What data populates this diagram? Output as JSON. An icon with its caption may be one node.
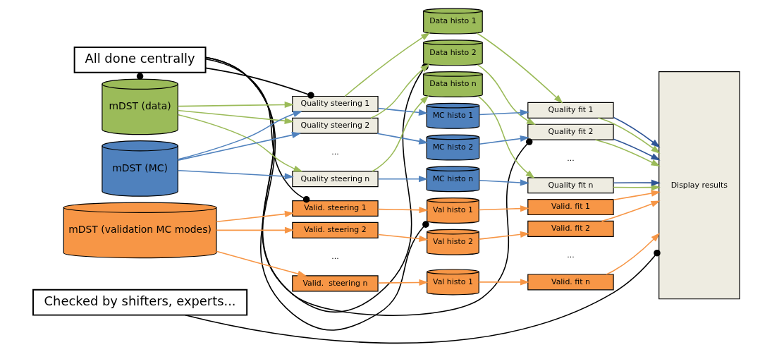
{
  "diagram": {
    "nodes": [
      {
        "text": [
          "All done centrally"
        ]
      },
      {
        "text": [
          "mDST (data)"
        ]
      },
      {
        "text": [
          "mDST (MC)"
        ]
      },
      {
        "text": [
          "mDST (validation MC modes)"
        ]
      },
      {
        "text": [
          "Quality steering 1"
        ]
      },
      {
        "text": [
          "Quality steering 2"
        ]
      },
      {
        "text": [
          "Quality steering n"
        ]
      },
      {
        "text": [
          "Data histo 1"
        ]
      },
      {
        "text": [
          "Data histo 2"
        ]
      },
      {
        "text": [
          "Data histo n"
        ]
      },
      {
        "text": [
          "MC histo 1"
        ]
      },
      {
        "text": [
          "MC histo 2"
        ]
      },
      {
        "text": [
          "MC histo n"
        ]
      },
      {
        "text": [
          "Quality fit 1"
        ]
      },
      {
        "text": [
          "Quality fit 2"
        ]
      },
      {
        "text": [
          "Quality fit n"
        ]
      },
      {
        "text": [
          "Display results"
        ]
      },
      {
        "text": [
          "Checked by shifters, experts..."
        ]
      },
      {
        "text": [
          "Valid. steering 1"
        ]
      },
      {
        "text": [
          "Valid. steering 2"
        ]
      },
      {
        "text": [
          "Valid.  steering n"
        ]
      },
      {
        "text": [
          "Val histo 1"
        ]
      },
      {
        "text": [
          "Val histo 2"
        ]
      },
      {
        "text": [
          "Val histo 1"
        ]
      },
      {
        "text": [
          "Valid. fit 1"
        ]
      },
      {
        "text": [
          "Valid. fit 2"
        ]
      },
      {
        "text": [
          "Valid. fit n"
        ]
      }
    ],
    "edges": [
      {
        "from": 0,
        "to": 1,
        "arrow": "other",
        "color": "#000000"
      },
      {
        "from": 0,
        "to": 4,
        "arrow": "other",
        "color": "#000000"
      },
      {
        "from": 0,
        "to": 18,
        "arrow": "other",
        "color": "#000000"
      },
      {
        "from": 0,
        "to": 21,
        "arrow": "other",
        "color": "#000000"
      },
      {
        "from": 0,
        "to": 8,
        "arrow": "other",
        "color": "#000000"
      },
      {
        "from": 0,
        "to": 14,
        "arrow": "other",
        "color": "#000000"
      },
      {
        "from": 1,
        "to": 4,
        "arrow": "to",
        "color": "#9bbb59"
      },
      {
        "from": 1,
        "to": 5,
        "arrow": "to",
        "color": "#9bbb59"
      },
      {
        "from": 1,
        "to": 6,
        "arrow": "to",
        "color": "#9bbb59"
      },
      {
        "from": 2,
        "to": 4,
        "arrow": "to",
        "color": "#4f81bd"
      },
      {
        "from": 2,
        "to": 5,
        "arrow": "to",
        "color": "#4f81bd"
      },
      {
        "from": 2,
        "to": 6,
        "arrow": "to",
        "color": "#4f81bd"
      },
      {
        "from": 4,
        "to": 7,
        "arrow": "to",
        "color": "#9bbb59"
      },
      {
        "from": 5,
        "to": 8,
        "arrow": "to",
        "color": "#9bbb59"
      },
      {
        "from": 6,
        "to": 9,
        "arrow": "to",
        "color": "#9bbb59"
      },
      {
        "from": 4,
        "to": 10,
        "arrow": "to",
        "color": "#4f81bd"
      },
      {
        "from": 5,
        "to": 11,
        "arrow": "to",
        "color": "#4f81bd"
      },
      {
        "from": 6,
        "to": 12,
        "arrow": "to",
        "color": "#4f81bd"
      },
      {
        "from": 7,
        "to": 13,
        "arrow": "to",
        "color": "#9bbb59"
      },
      {
        "from": 8,
        "to": 14,
        "arrow": "to",
        "color": "#9bbb59"
      },
      {
        "from": 9,
        "to": 15,
        "arrow": "to",
        "color": "#9bbb59"
      },
      {
        "from": 10,
        "to": 13,
        "arrow": "to",
        "color": "#4f81bd"
      },
      {
        "from": 11,
        "to": 14,
        "arrow": "to",
        "color": "#4f81bd"
      },
      {
        "from": 12,
        "to": 15,
        "arrow": "to",
        "color": "#4f81bd"
      },
      {
        "from": 13,
        "to": 16,
        "arrow": "to",
        "color": "#9bbb59"
      },
      {
        "from": 14,
        "to": 16,
        "arrow": "to",
        "color": "#9bbb59"
      },
      {
        "from": 15,
        "to": 16,
        "arrow": "to",
        "color": "#9bbb59"
      },
      {
        "from": 13,
        "to": 16,
        "arrow": "to",
        "color": "#2f5597"
      },
      {
        "from": 14,
        "to": 16,
        "arrow": "to",
        "color": "#2f5597"
      },
      {
        "from": 15,
        "to": 16,
        "arrow": "to",
        "color": "#2f5597"
      },
      {
        "from": 17,
        "to": 16,
        "arrow": "other",
        "color": "#000000"
      },
      {
        "from": 3,
        "to": 18,
        "arrow": "to",
        "color": "#f79646"
      },
      {
        "from": 3,
        "to": 19,
        "arrow": "to",
        "color": "#f79646"
      },
      {
        "from": 3,
        "to": 20,
        "arrow": "to",
        "color": "#f79646"
      },
      {
        "from": 18,
        "to": 21,
        "arrow": "to",
        "color": "#f79646"
      },
      {
        "from": 19,
        "to": 22,
        "arrow": "to",
        "color": "#f79646"
      },
      {
        "from": 20,
        "to": 23,
        "arrow": "to",
        "color": "#f79646"
      },
      {
        "from": 21,
        "to": 24,
        "arrow": "to",
        "color": "#f79646"
      },
      {
        "from": 22,
        "to": 25,
        "arrow": "to",
        "color": "#f79646"
      },
      {
        "from": 23,
        "to": 26,
        "arrow": "to",
        "color": "#f79646"
      },
      {
        "from": 24,
        "to": 16,
        "arrow": "to",
        "color": "#f79646"
      },
      {
        "from": 25,
        "to": 16,
        "arrow": "to",
        "color": "#f79646"
      },
      {
        "from": 26,
        "to": 16,
        "arrow": "to",
        "color": "#f79646"
      }
    ],
    "labels": [
      "...",
      "...",
      "...",
      "..."
    ]
  }
}
